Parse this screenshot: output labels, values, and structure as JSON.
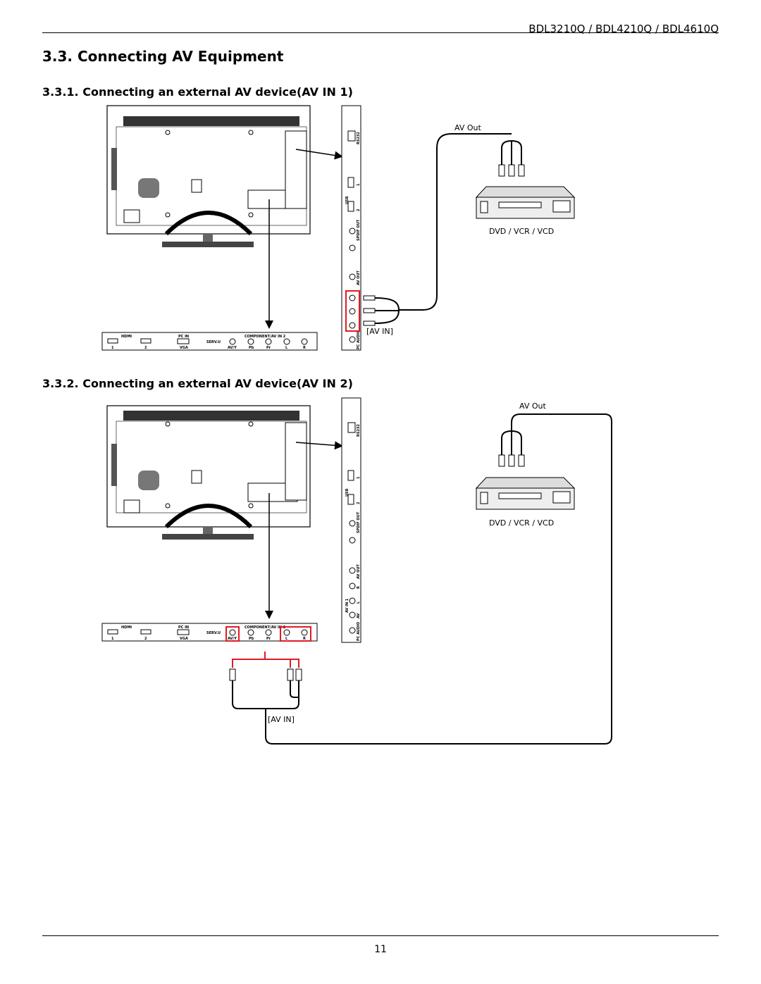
{
  "header": {
    "model": "BDL3210Q / BDL4210Q / BDL4610Q"
  },
  "section": {
    "title": "3.3.   Connecting AV Equipment"
  },
  "subsections": [
    {
      "title": "3.3.1.  Connecting an external AV device(AV IN 1)"
    },
    {
      "title": "3.3.2.  Connecting an external AV device(AV IN 2)"
    }
  ],
  "diagram1": {
    "av_out_label": "AV Out",
    "device_label": "DVD / VCR / VCD",
    "av_in_label": "[AV IN]"
  },
  "diagram2": {
    "av_out_label": "AV Out",
    "device_label": "DVD / VCR / VCD",
    "av_in_label": "[AV IN]"
  },
  "side_panel": {
    "rs232": "RS232",
    "usb": "USB",
    "usb1": "1",
    "usb2": "2",
    "spdif": "SPDIF OUT",
    "av_out": "AV OUT",
    "av_in1": "AV IN 1",
    "r": "R",
    "l": "L",
    "av": "AV",
    "pc_audio": "PC AUDIO"
  },
  "bottom_panel": {
    "hdmi": "HDMI",
    "hdmi1": "1",
    "hdmi2": "2",
    "pc_in": "PC IN",
    "vga": "VGA",
    "serv_u": "SERV.U",
    "component": "COMPONENT/AV IN 2",
    "avy": "AV/Y",
    "pb": "Pb",
    "pr": "Pr",
    "l": "L",
    "r": "R"
  },
  "colors": {
    "highlight": "#e01b24"
  },
  "footer": {
    "page_number": "11"
  }
}
